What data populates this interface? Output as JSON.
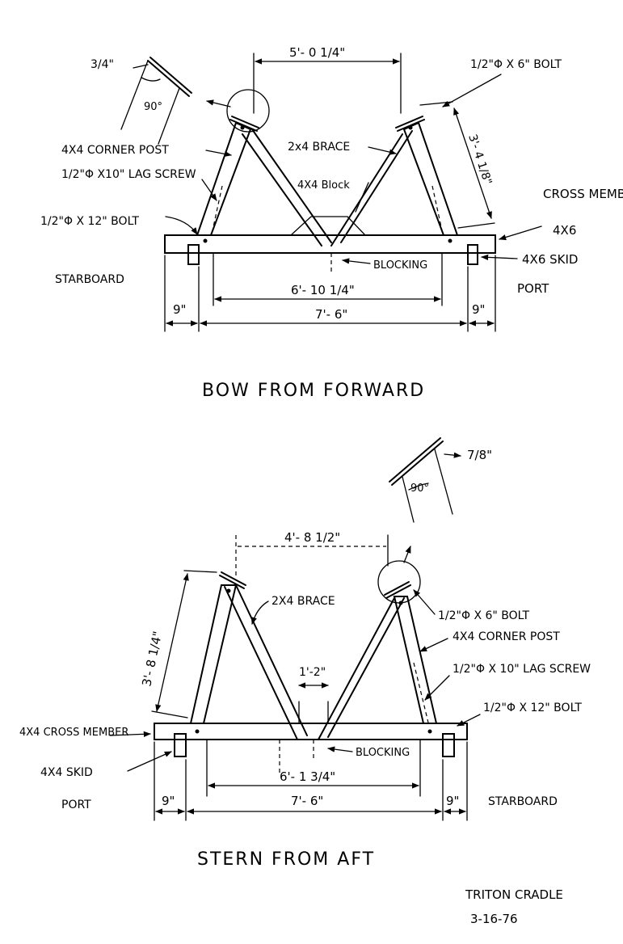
{
  "bow_view": {
    "title": "BOW FROM FORWARD",
    "bevel_dim": "3/4\"",
    "bevel_angle": "90°",
    "top_span": "5'- 0 1/4\"",
    "bolt_top": "1/2\"Φ X 6\" BOLT",
    "corner_post": "4X4 CORNER POST",
    "brace": "2x4 BRACE",
    "lag_screw": "1/2\"Φ X10\" LAG SCREW",
    "block": "4X4 Block",
    "bolt_bottom": "1/2\"Φ X 12\" BOLT",
    "post_length": "3'- 4 1/8\"",
    "cross_member_label": "CROSS MEMBER",
    "cross_member_size": "4X6",
    "skid": "4X6 SKID",
    "blocking": "BLOCKING",
    "starboard": "STARBOARD",
    "port": "PORT",
    "inner_span": "6'- 10 1/4\"",
    "overall": "7'- 6\"",
    "offset_left": "9\"",
    "offset_right": "9\""
  },
  "stern_view": {
    "title": "STERN FROM AFT",
    "bevel_dim": "7/8\"",
    "bevel_angle": "90°",
    "top_span": "4'- 8 1/2\"",
    "brace": "2X4 BRACE",
    "bolt_top": "1/2\"Φ X 6\" BOLT",
    "corner_post": "4X4 CORNER POST",
    "lag_screw": "1/2\"Φ X 10\" LAG SCREW",
    "block_width": "1'-2\"",
    "bolt_bottom": "1/2\"Φ X 12\" BOLT",
    "post_length": "3'- 8 1/4\"",
    "cross_member_label": "4X4 CROSS MEMBER",
    "skid": "4X4 SKID",
    "blocking": "BLOCKING",
    "port": "PORT",
    "starboard": "STARBOARD",
    "inner_span": "6'- 1 3/4\"",
    "overall": "7'- 6\"",
    "offset_left": "9\"",
    "offset_right": "9\""
  },
  "footer": {
    "name": "TRITON CRADLE",
    "date": "3-16-76"
  }
}
